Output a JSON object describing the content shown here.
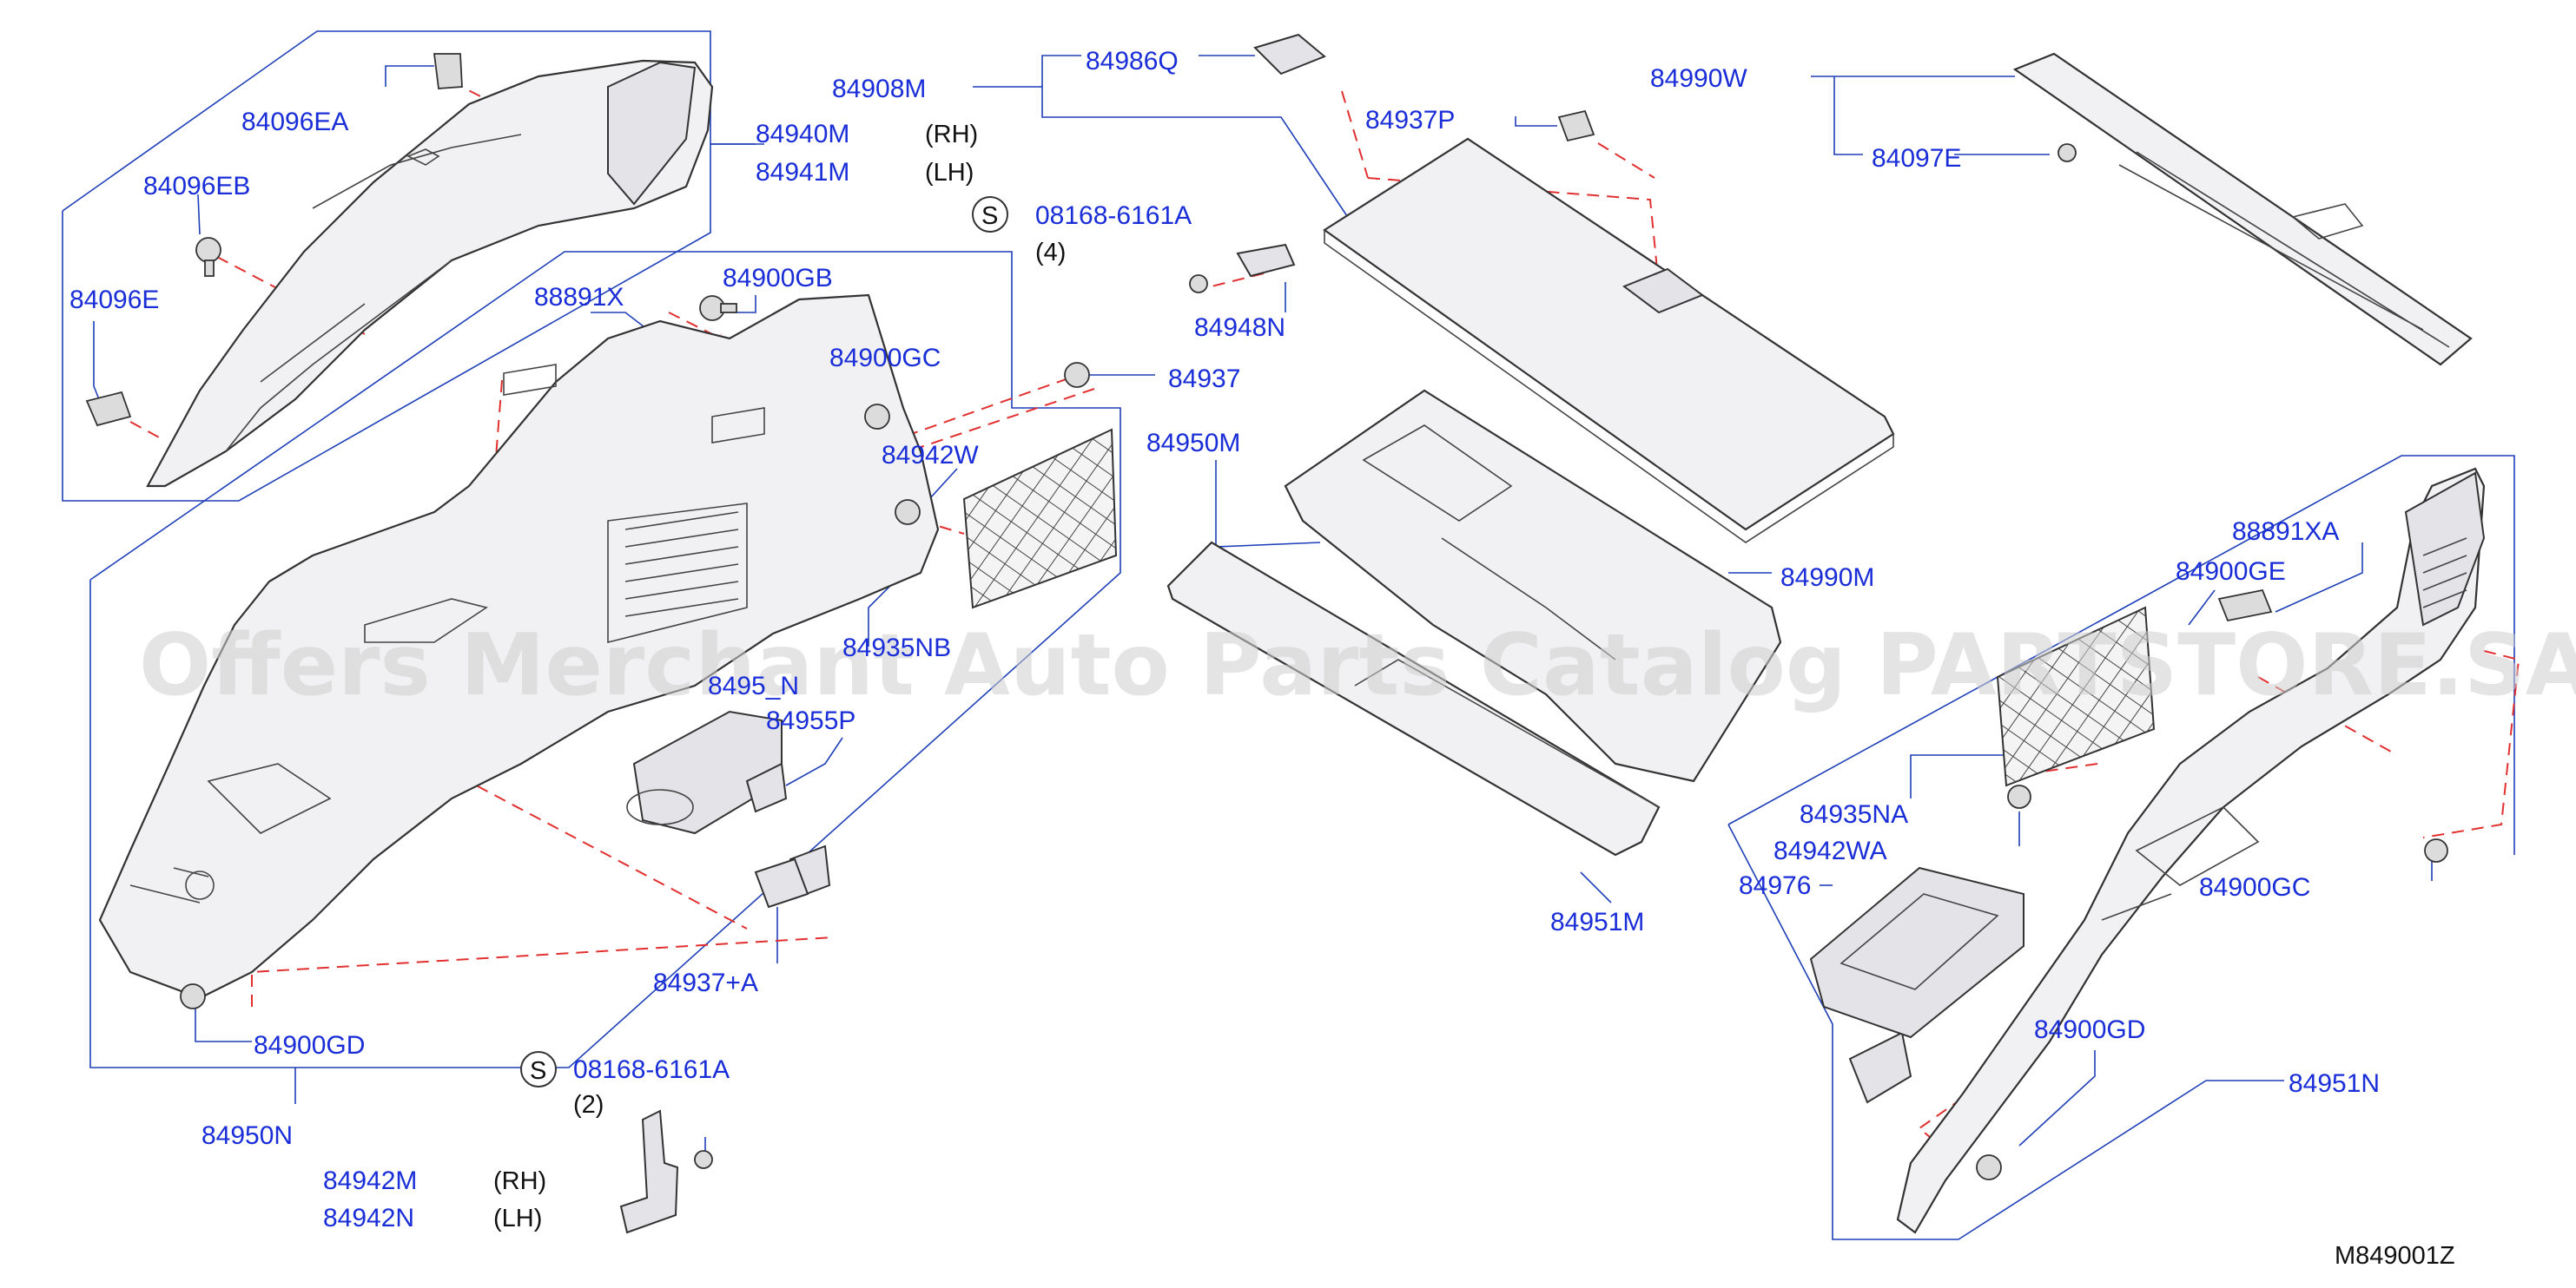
{
  "diagram": {
    "watermark": "Offers Merchant Auto Parts Catalog PARTSTORE.SA",
    "figure_code": "M849001Z",
    "labels": {
      "l_84096EA": "84096EA",
      "l_84096EB": "84096EB",
      "l_84096E": "84096E",
      "l_84940M": "84940M",
      "l_84941M": "84941M",
      "rh1": "(RH)",
      "lh1": "(LH)",
      "l_84908M": "84908M",
      "l_84986Q": "84986Q",
      "l_84937P": "84937P",
      "l_84990W": "84990W",
      "l_84097E": "84097E",
      "s1_code": "08168-6161A",
      "s1_qty": "(4)",
      "s_symbol": "S",
      "l_84948N": "84948N",
      "l_84900GB": "84900GB",
      "l_88891X": "88891X",
      "l_84900GC_1": "84900GC",
      "l_84937": "84937",
      "l_84942W": "84942W",
      "l_84950M": "84950M",
      "l_84990M": "84990M",
      "l_84935NB": "84935NB",
      "l_8495_N": "8495_N",
      "l_84955P": "84955P",
      "l_84937A": "84937+A",
      "l_84900GD_1": "84900GD",
      "l_84950N": "84950N",
      "s2_code": "08168-6161A",
      "s2_qty": "(2)",
      "l_84942M": "84942M",
      "l_84942N": "84942N",
      "rh2": "(RH)",
      "lh2": "(LH)",
      "l_84951M": "84951M",
      "l_88891XA": "88891XA",
      "l_84900GE": "84900GE",
      "l_84935NA": "84935NA",
      "l_84942WA": "84942WA",
      "l_84976": "84976",
      "l_84900GC_2": "84900GC",
      "l_84900GD_2": "84900GD",
      "l_84951N": "84951N"
    }
  }
}
